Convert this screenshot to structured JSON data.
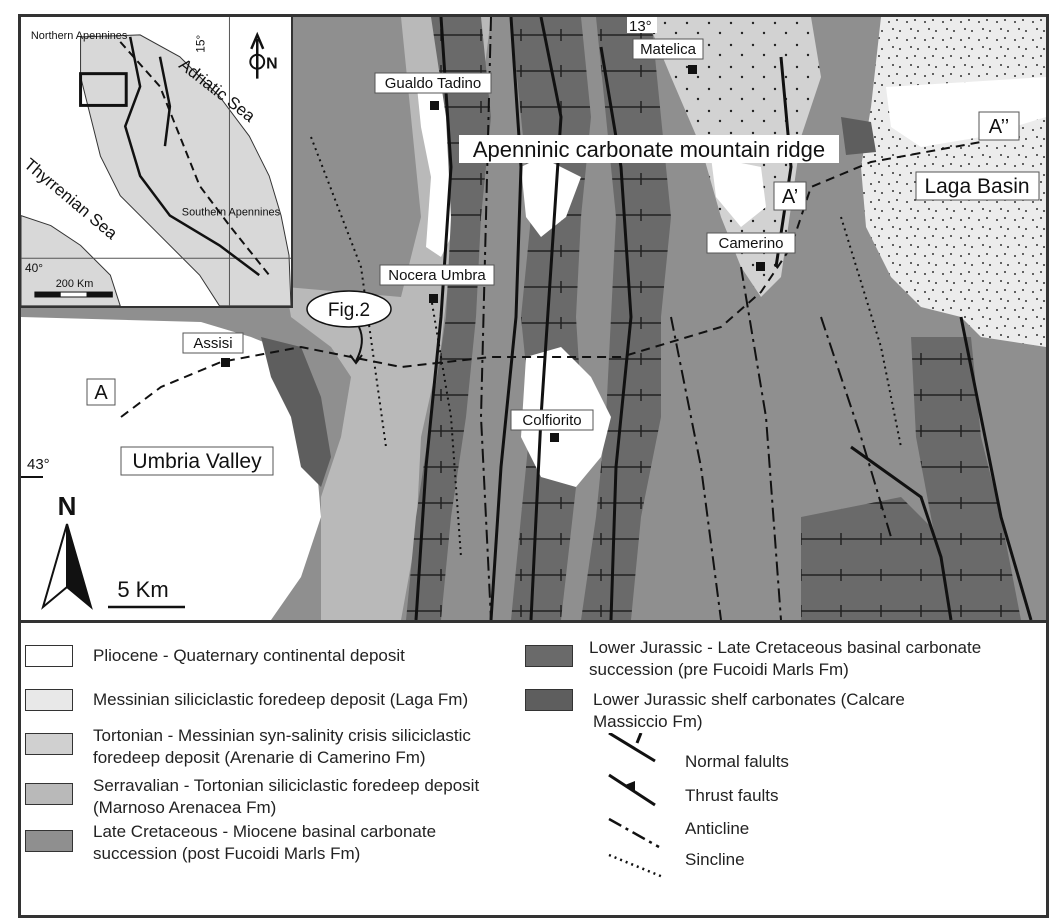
{
  "map": {
    "places": {
      "gualdo_tadino": "Gualdo Tadino",
      "matelica": "Matelica",
      "nocera_umbra": "Nocera Umbra",
      "camerino": "Camerino",
      "assisi": "Assisi",
      "colfiorito": "Colfiorito"
    },
    "regions": {
      "ridge": "Apenninic carbonate mountain ridge",
      "laga_basin": "Laga Basin",
      "umbria_valley": "Umbria Valley"
    },
    "section_labels": {
      "a": "A",
      "a_prime": "A’",
      "a_double_prime": "A’’"
    },
    "fig_ref": "Fig.2",
    "lat_43": "43°",
    "lon_13": "13°",
    "north": "N",
    "scale": "5 Km"
  },
  "inset": {
    "northern_apennines": "Northern Apennines",
    "southern_apennines": "Southern Apennines",
    "adriatic_sea": "Adriatic Sea",
    "tyrrhenian_sea": "Thyrrenian Sea",
    "lat_40": "40°",
    "lon_15": "15°",
    "north": "N",
    "scale": "200 Km"
  },
  "legend": {
    "items": [
      {
        "label": "Pliocene - Quaternary continental deposit",
        "color": "#ffffff"
      },
      {
        "label": "Messinian siliciclastic foredeep deposit (Laga Fm)",
        "color": "#e8e8e8"
      },
      {
        "label": "Tortonian - Messinian syn-salinity crisis siliciclastic foredeep deposit (Arenarie di Camerino Fm)",
        "color": "#d0d0d0"
      },
      {
        "label": "Serravalian - Tortonian siliciclastic  foredeep deposit (Marnoso Arenacea Fm)",
        "color": "#b9b9b9"
      },
      {
        "label": "Late Cretaceous  - Miocene basinal carbonate succession (post Fucoidi Marls Fm)",
        "color": "#8f8f8f"
      },
      {
        "label": "Lower Jurassic - Late Cretaceous  basinal carbonate succession (pre Fucoidi Marls Fm)",
        "color": "#6a6a6a"
      },
      {
        "label": "Lower Jurassic shelf carbonates (Calcare Massiccio Fm)",
        "color": "#5e5e5e"
      }
    ],
    "symbols": {
      "normal": "Normal falults",
      "thrust": "Thrust faults",
      "anticline": "Anticline",
      "syncline": "Sincline"
    }
  }
}
